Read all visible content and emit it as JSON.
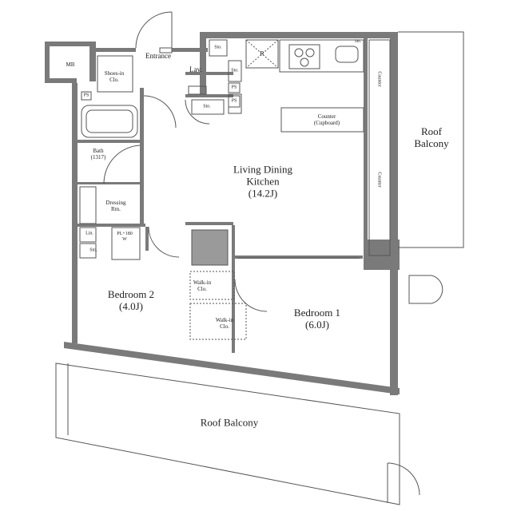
{
  "rooms": {
    "mb": "MB",
    "shoes": "Shoes-in\nClo.",
    "entrance": "Entrance",
    "lav": "Lav.",
    "bath": "Bath\n(1317)",
    "dressing": "Dressing\nRm.",
    "ldk": "Living Dining\nKitchen\n(14.2J)",
    "counter": "Counter\n(Cupboard)",
    "roof_balcony_right": "Roof\nBalcony",
    "bedroom2": "Bedroom 2\n(4.0J)",
    "bedroom1": "Bedroom 1\n(6.0J)",
    "walkin1": "Walk-in\nClo.",
    "walkin2": "Walk-in\nClo.",
    "roof_balcony_bottom": "Roof Balcony"
  },
  "tags": {
    "ps1": "PS",
    "ps2": "PS",
    "ps3": "PS",
    "sto1": "Sto.",
    "sto2": "Sto.",
    "sto3": "Sto.",
    "sto_top": "Sto.",
    "sto_small": "Sto.",
    "r": "R",
    "lin": "Lin.",
    "washer": "PL+180\nW",
    "counter_side1": "Counter",
    "counter_side2": "Counter"
  },
  "colors": {
    "wall": "#7a7a7a",
    "wall_dark": "#6e6e6e",
    "column_fill": "#9a9a9a",
    "line": "#555555",
    "text": "#222222",
    "background": "#ffffff"
  }
}
